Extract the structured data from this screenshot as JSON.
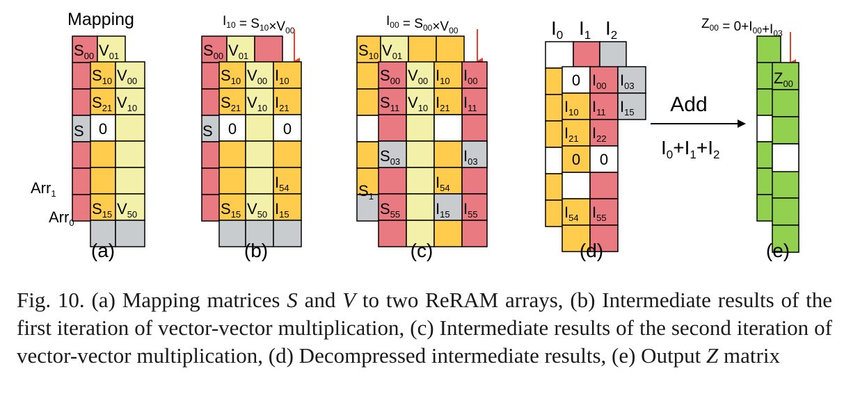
{
  "colors": {
    "pink": "#E97A82",
    "orange": "#FFCC4D",
    "cream": "#F3F1A9",
    "gray": "#C8CCCF",
    "green": "#92D050",
    "white": "#FFFFFF",
    "arrow_red": "#E8402A"
  },
  "panels": {
    "a": {
      "label": "(a)",
      "title": "Mapping",
      "arr1_label": "Arr",
      "arr1_sub": "1",
      "arr0_label": "Arr",
      "arr0_sub": "0",
      "back_cells": [
        {
          "t": "S",
          "s": "00"
        },
        {
          "t": "V",
          "s": "01"
        },
        {
          "t": "S",
          "s": ""
        }
      ],
      "front_cells": [
        {
          "t": "S",
          "s": "10"
        },
        {
          "t": "V",
          "s": "00"
        },
        {
          "t": "S",
          "s": "21"
        },
        {
          "t": "V",
          "s": "10"
        },
        {
          "t": "0",
          "s": ""
        },
        {
          "t": "S",
          "s": "15"
        },
        {
          "t": "V",
          "s": "50"
        }
      ]
    },
    "b": {
      "label": "(b)",
      "eq": {
        "a": "I",
        "as": "10",
        "op": " = ",
        "b": "S",
        "bs": "10",
        "x": "×",
        "c": "V",
        "cs": "00"
      },
      "back_cells": [
        {
          "t": "S",
          "s": "00"
        },
        {
          "t": "V",
          "s": "01"
        },
        {
          "t": "S",
          "s": ""
        }
      ],
      "front_cells": [
        {
          "t": "S",
          "s": "10"
        },
        {
          "t": "V",
          "s": "00"
        },
        {
          "t": "I",
          "s": "10"
        },
        {
          "t": "S",
          "s": "21"
        },
        {
          "t": "V",
          "s": "10"
        },
        {
          "t": "I",
          "s": "21"
        },
        {
          "t": "0",
          "s": ""
        },
        {
          "t": "0",
          "s": ""
        },
        {
          "t": "I",
          "s": "54"
        },
        {
          "t": "S",
          "s": "15"
        },
        {
          "t": "V",
          "s": "50"
        },
        {
          "t": "I",
          "s": "15"
        }
      ]
    },
    "c": {
      "label": "(c)",
      "eq": {
        "a": "I",
        "as": "00",
        "op": " = ",
        "b": "S",
        "bs": "00",
        "x": "×",
        "c": "V",
        "cs": "00"
      },
      "back_cells": [
        {
          "t": "S",
          "s": "10"
        },
        {
          "t": "V",
          "s": "01"
        },
        {
          "t": "S",
          "s": "1"
        }
      ],
      "front_cells": [
        {
          "t": "S",
          "s": "00"
        },
        {
          "t": "V",
          "s": "00"
        },
        {
          "t": "I",
          "s": "10"
        },
        {
          "t": "I",
          "s": "00"
        },
        {
          "t": "S",
          "s": "11"
        },
        {
          "t": "V",
          "s": "10"
        },
        {
          "t": "I",
          "s": "21"
        },
        {
          "t": "I",
          "s": "11"
        },
        {
          "t": "S",
          "s": "03"
        },
        {
          "t": "I",
          "s": "03"
        },
        {
          "t": "I",
          "s": "54"
        },
        {
          "t": "S",
          "s": "55"
        },
        {
          "t": "I",
          "s": "15"
        },
        {
          "t": "I",
          "s": "55"
        }
      ]
    },
    "d": {
      "label": "(d)",
      "headers": [
        {
          "t": "I",
          "s": "0"
        },
        {
          "t": "I",
          "s": "1"
        },
        {
          "t": "I",
          "s": "2"
        }
      ],
      "cells": [
        {
          "t": "0",
          "s": ""
        },
        {
          "t": "I",
          "s": "00"
        },
        {
          "t": "I",
          "s": "03"
        },
        {
          "t": "I",
          "s": "10"
        },
        {
          "t": "I",
          "s": "11"
        },
        {
          "t": "I",
          "s": "15"
        },
        {
          "t": "I",
          "s": "21"
        },
        {
          "t": "I",
          "s": "22"
        },
        {
          "t": "0",
          "s": ""
        },
        {
          "t": "0",
          "s": ""
        },
        {
          "t": "I",
          "s": "54"
        },
        {
          "t": "I",
          "s": "55"
        }
      ]
    },
    "arrow": {
      "top_label": "Add",
      "bottom_terms": [
        {
          "t": "I",
          "s": "0"
        },
        {
          "t": "I",
          "s": "1"
        },
        {
          "t": "I",
          "s": "2"
        }
      ]
    },
    "e": {
      "label": "(e)",
      "eq": {
        "a": "Z",
        "as": "00",
        "op": " = 0+",
        "b": "I",
        "bs": "00",
        "plus": "+",
        "c": "I",
        "cs": "03"
      },
      "cell": {
        "t": "Z",
        "s": "00"
      }
    }
  },
  "caption": {
    "p1": "Fig. 10.  (a) Mapping matrices ",
    "S": "S",
    "p2": " and ",
    "V": "V",
    "p3": " to two ReRAM arrays, (b) Intermediate results of the first iteration of vector-vector multiplication, (c) Intermediate results of the second iteration of vector-vector multiplication, (d) Decompressed intermediate results, (e) Output ",
    "Z": "Z",
    "p4": " matrix"
  }
}
